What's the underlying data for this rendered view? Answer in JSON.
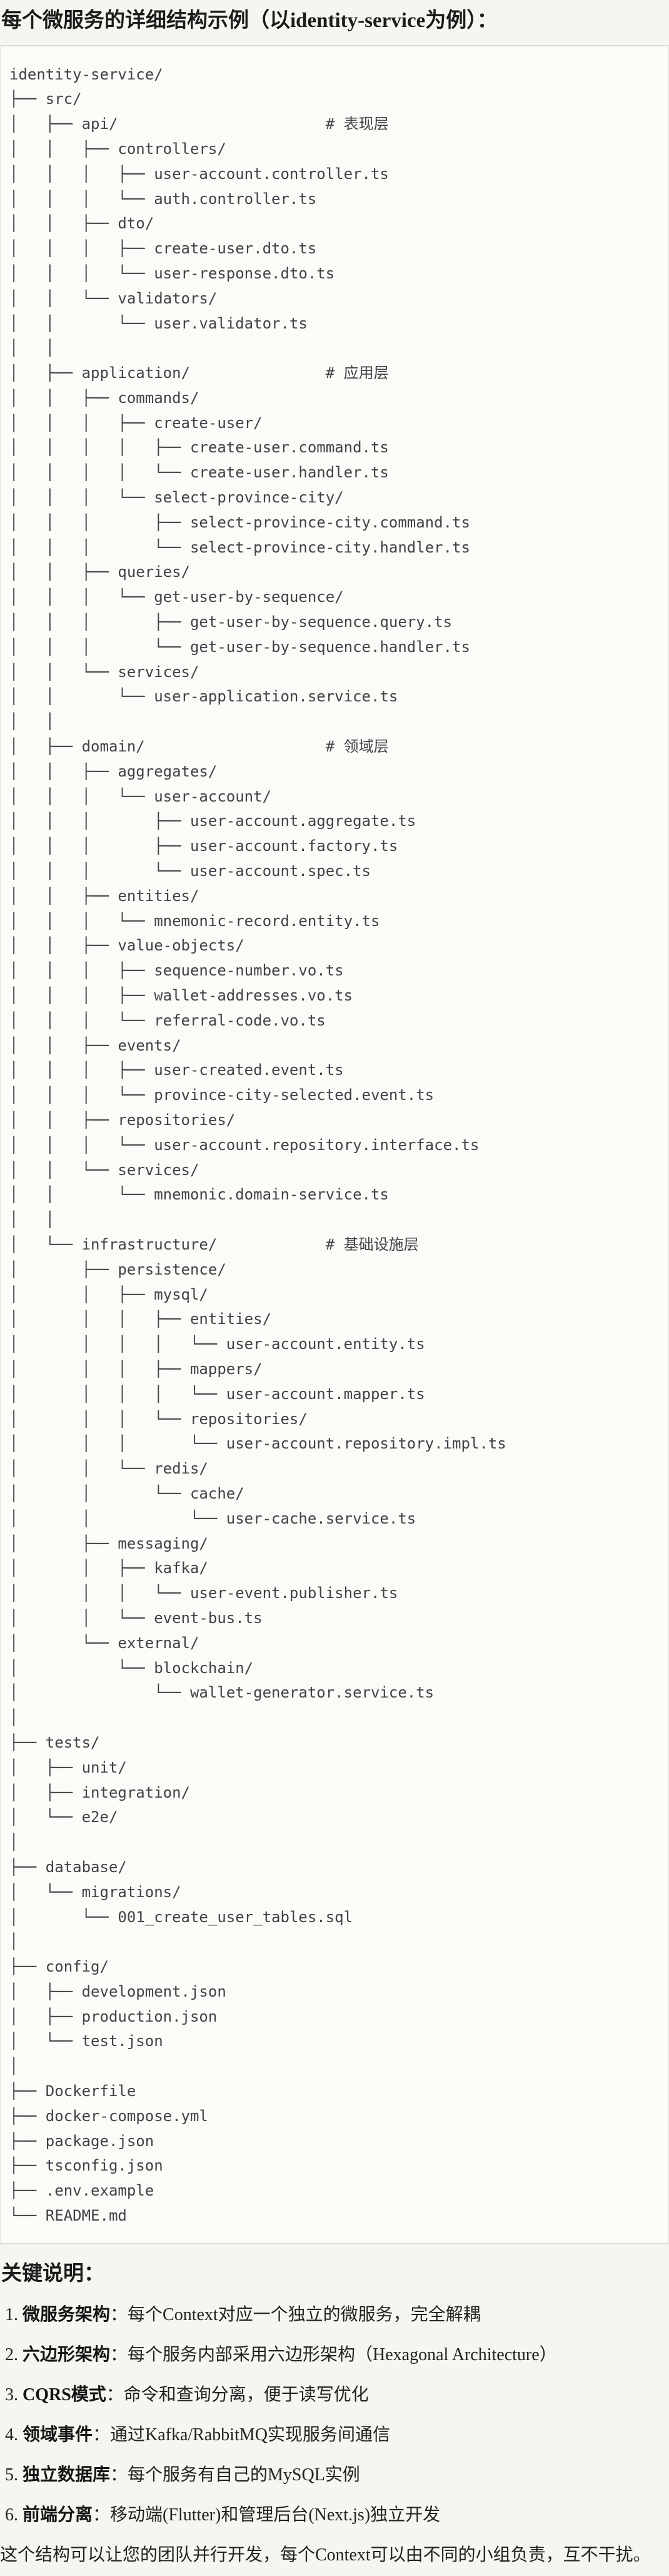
{
  "page": {
    "title": "每个微服务的详细结构示例（以identity-service为例）：",
    "colors": {
      "page_bg": "#f7f5ef",
      "code_bg": "#fcfbf8",
      "code_border": "#dedcd6",
      "code_text": "#3f4347",
      "heading_text": "#1b1b1b"
    },
    "code_tree": {
      "lines": [
        "identity-service/",
        "├── src/",
        "│   ├── api/                       # 表现层",
        "│   │   ├── controllers/",
        "│   │   │   ├── user-account.controller.ts",
        "│   │   │   └── auth.controller.ts",
        "│   │   ├── dto/",
        "│   │   │   ├── create-user.dto.ts",
        "│   │   │   └── user-response.dto.ts",
        "│   │   └── validators/",
        "│   │       └── user.validator.ts",
        "│   │",
        "│   ├── application/               # 应用层",
        "│   │   ├── commands/",
        "│   │   │   ├── create-user/",
        "│   │   │   │   ├── create-user.command.ts",
        "│   │   │   │   └── create-user.handler.ts",
        "│   │   │   └── select-province-city/",
        "│   │   │       ├── select-province-city.command.ts",
        "│   │   │       └── select-province-city.handler.ts",
        "│   │   ├── queries/",
        "│   │   │   └── get-user-by-sequence/",
        "│   │   │       ├── get-user-by-sequence.query.ts",
        "│   │   │       └── get-user-by-sequence.handler.ts",
        "│   │   └── services/",
        "│   │       └── user-application.service.ts",
        "│   │",
        "│   ├── domain/                    # 领域层",
        "│   │   ├── aggregates/",
        "│   │   │   └── user-account/",
        "│   │   │       ├── user-account.aggregate.ts",
        "│   │   │       ├── user-account.factory.ts",
        "│   │   │       └── user-account.spec.ts",
        "│   │   ├── entities/",
        "│   │   │   └── mnemonic-record.entity.ts",
        "│   │   ├── value-objects/",
        "│   │   │   ├── sequence-number.vo.ts",
        "│   │   │   ├── wallet-addresses.vo.ts",
        "│   │   │   └── referral-code.vo.ts",
        "│   │   ├── events/",
        "│   │   │   ├── user-created.event.ts",
        "│   │   │   └── province-city-selected.event.ts",
        "│   │   ├── repositories/",
        "│   │   │   └── user-account.repository.interface.ts",
        "│   │   └── services/",
        "│   │       └── mnemonic.domain-service.ts",
        "│   │",
        "│   └── infrastructure/            # 基础设施层",
        "│       ├── persistence/",
        "│       │   ├── mysql/",
        "│       │   │   ├── entities/",
        "│       │   │   │   └── user-account.entity.ts",
        "│       │   │   ├── mappers/",
        "│       │   │   │   └── user-account.mapper.ts",
        "│       │   │   └── repositories/",
        "│       │   │       └── user-account.repository.impl.ts",
        "│       │   └── redis/",
        "│       │       └── cache/",
        "│       │           └── user-cache.service.ts",
        "│       ├── messaging/",
        "│       │   ├── kafka/",
        "│       │   │   └── user-event.publisher.ts",
        "│       │   └── event-bus.ts",
        "│       └── external/",
        "│           └── blockchain/",
        "│               └── wallet-generator.service.ts",
        "│",
        "├── tests/",
        "│   ├── unit/",
        "│   ├── integration/",
        "│   └── e2e/",
        "│",
        "├── database/",
        "│   └── migrations/",
        "│       └── 001_create_user_tables.sql",
        "│",
        "├── config/",
        "│   ├── development.json",
        "│   ├── production.json",
        "│   └── test.json",
        "│",
        "├── Dockerfile",
        "├── docker-compose.yml",
        "├── package.json",
        "├── tsconfig.json",
        "├── .env.example",
        "└── README.md"
      ]
    },
    "notes": {
      "heading": "关键说明：",
      "items": [
        {
          "number": "1.",
          "label": "微服务架构",
          "text": "：每个Context对应一个独立的微服务，完全解耦"
        },
        {
          "number": "2.",
          "label": "六边形架构",
          "text": "：每个服务内部采用六边形架构（Hexagonal Architecture）"
        },
        {
          "number": "3.",
          "label": "CQRS模式",
          "text": "：命令和查询分离，便于读写优化"
        },
        {
          "number": "4.",
          "label": "领域事件",
          "text": "：通过Kafka/RabbitMQ实现服务间通信"
        },
        {
          "number": "5.",
          "label": "独立数据库",
          "text": "：每个服务有自己的MySQL实例"
        },
        {
          "number": "6.",
          "label": "前端分离",
          "text": "：移动端(Flutter)和管理后台(Next.js)独立开发"
        }
      ],
      "footer": "这个结构可以让您的团队并行开发，每个Context可以由不同的小组负责，互不干扰。"
    }
  }
}
